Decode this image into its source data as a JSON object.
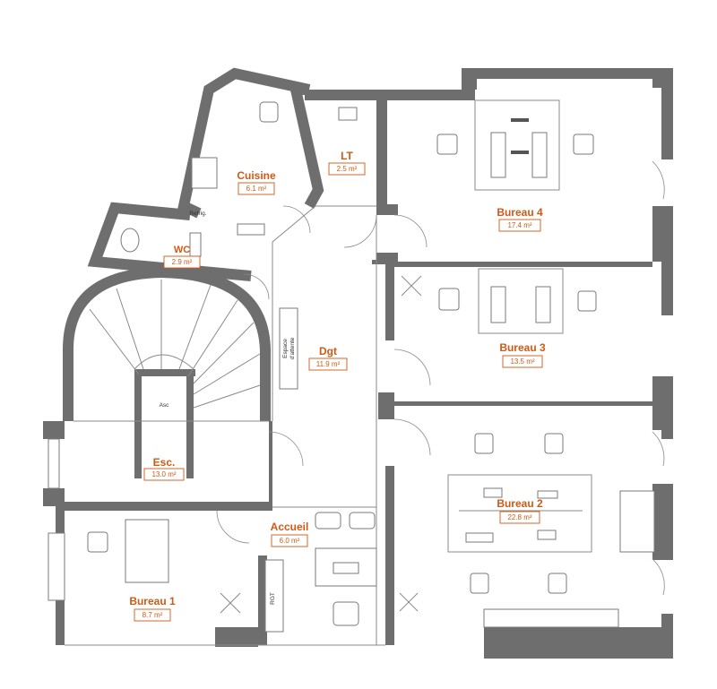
{
  "rooms": {
    "cuisine": {
      "name": "Cuisine",
      "area": "6.1 m²"
    },
    "lt": {
      "name": "LT",
      "area": "2.5 m²"
    },
    "bureau4": {
      "name": "Bureau 4",
      "area": "17.4 m²"
    },
    "wc": {
      "name": "WC",
      "area": "2.9 m²"
    },
    "dgt": {
      "name": "Dgt",
      "area": "11.9 m²"
    },
    "bureau3": {
      "name": "Bureau 3",
      "area": "13.5 m²"
    },
    "esc": {
      "name": "Esc.",
      "area": "13.0 m²"
    },
    "accueil": {
      "name": "Accueil",
      "area": "6.0 m²"
    },
    "bureau2": {
      "name": "Bureau 2",
      "area": "22.8 m²"
    },
    "bureau1": {
      "name": "Bureau 1",
      "area": "8.7 m²"
    }
  },
  "labels": {
    "refrig": "Réfrig.",
    "asc": "Asc",
    "espace_line1": "Espace",
    "espace_line2": "d'attente",
    "rgt": "RGT"
  },
  "colors": {
    "wall": "#6e6e6e",
    "accent": "#cf5a16"
  }
}
